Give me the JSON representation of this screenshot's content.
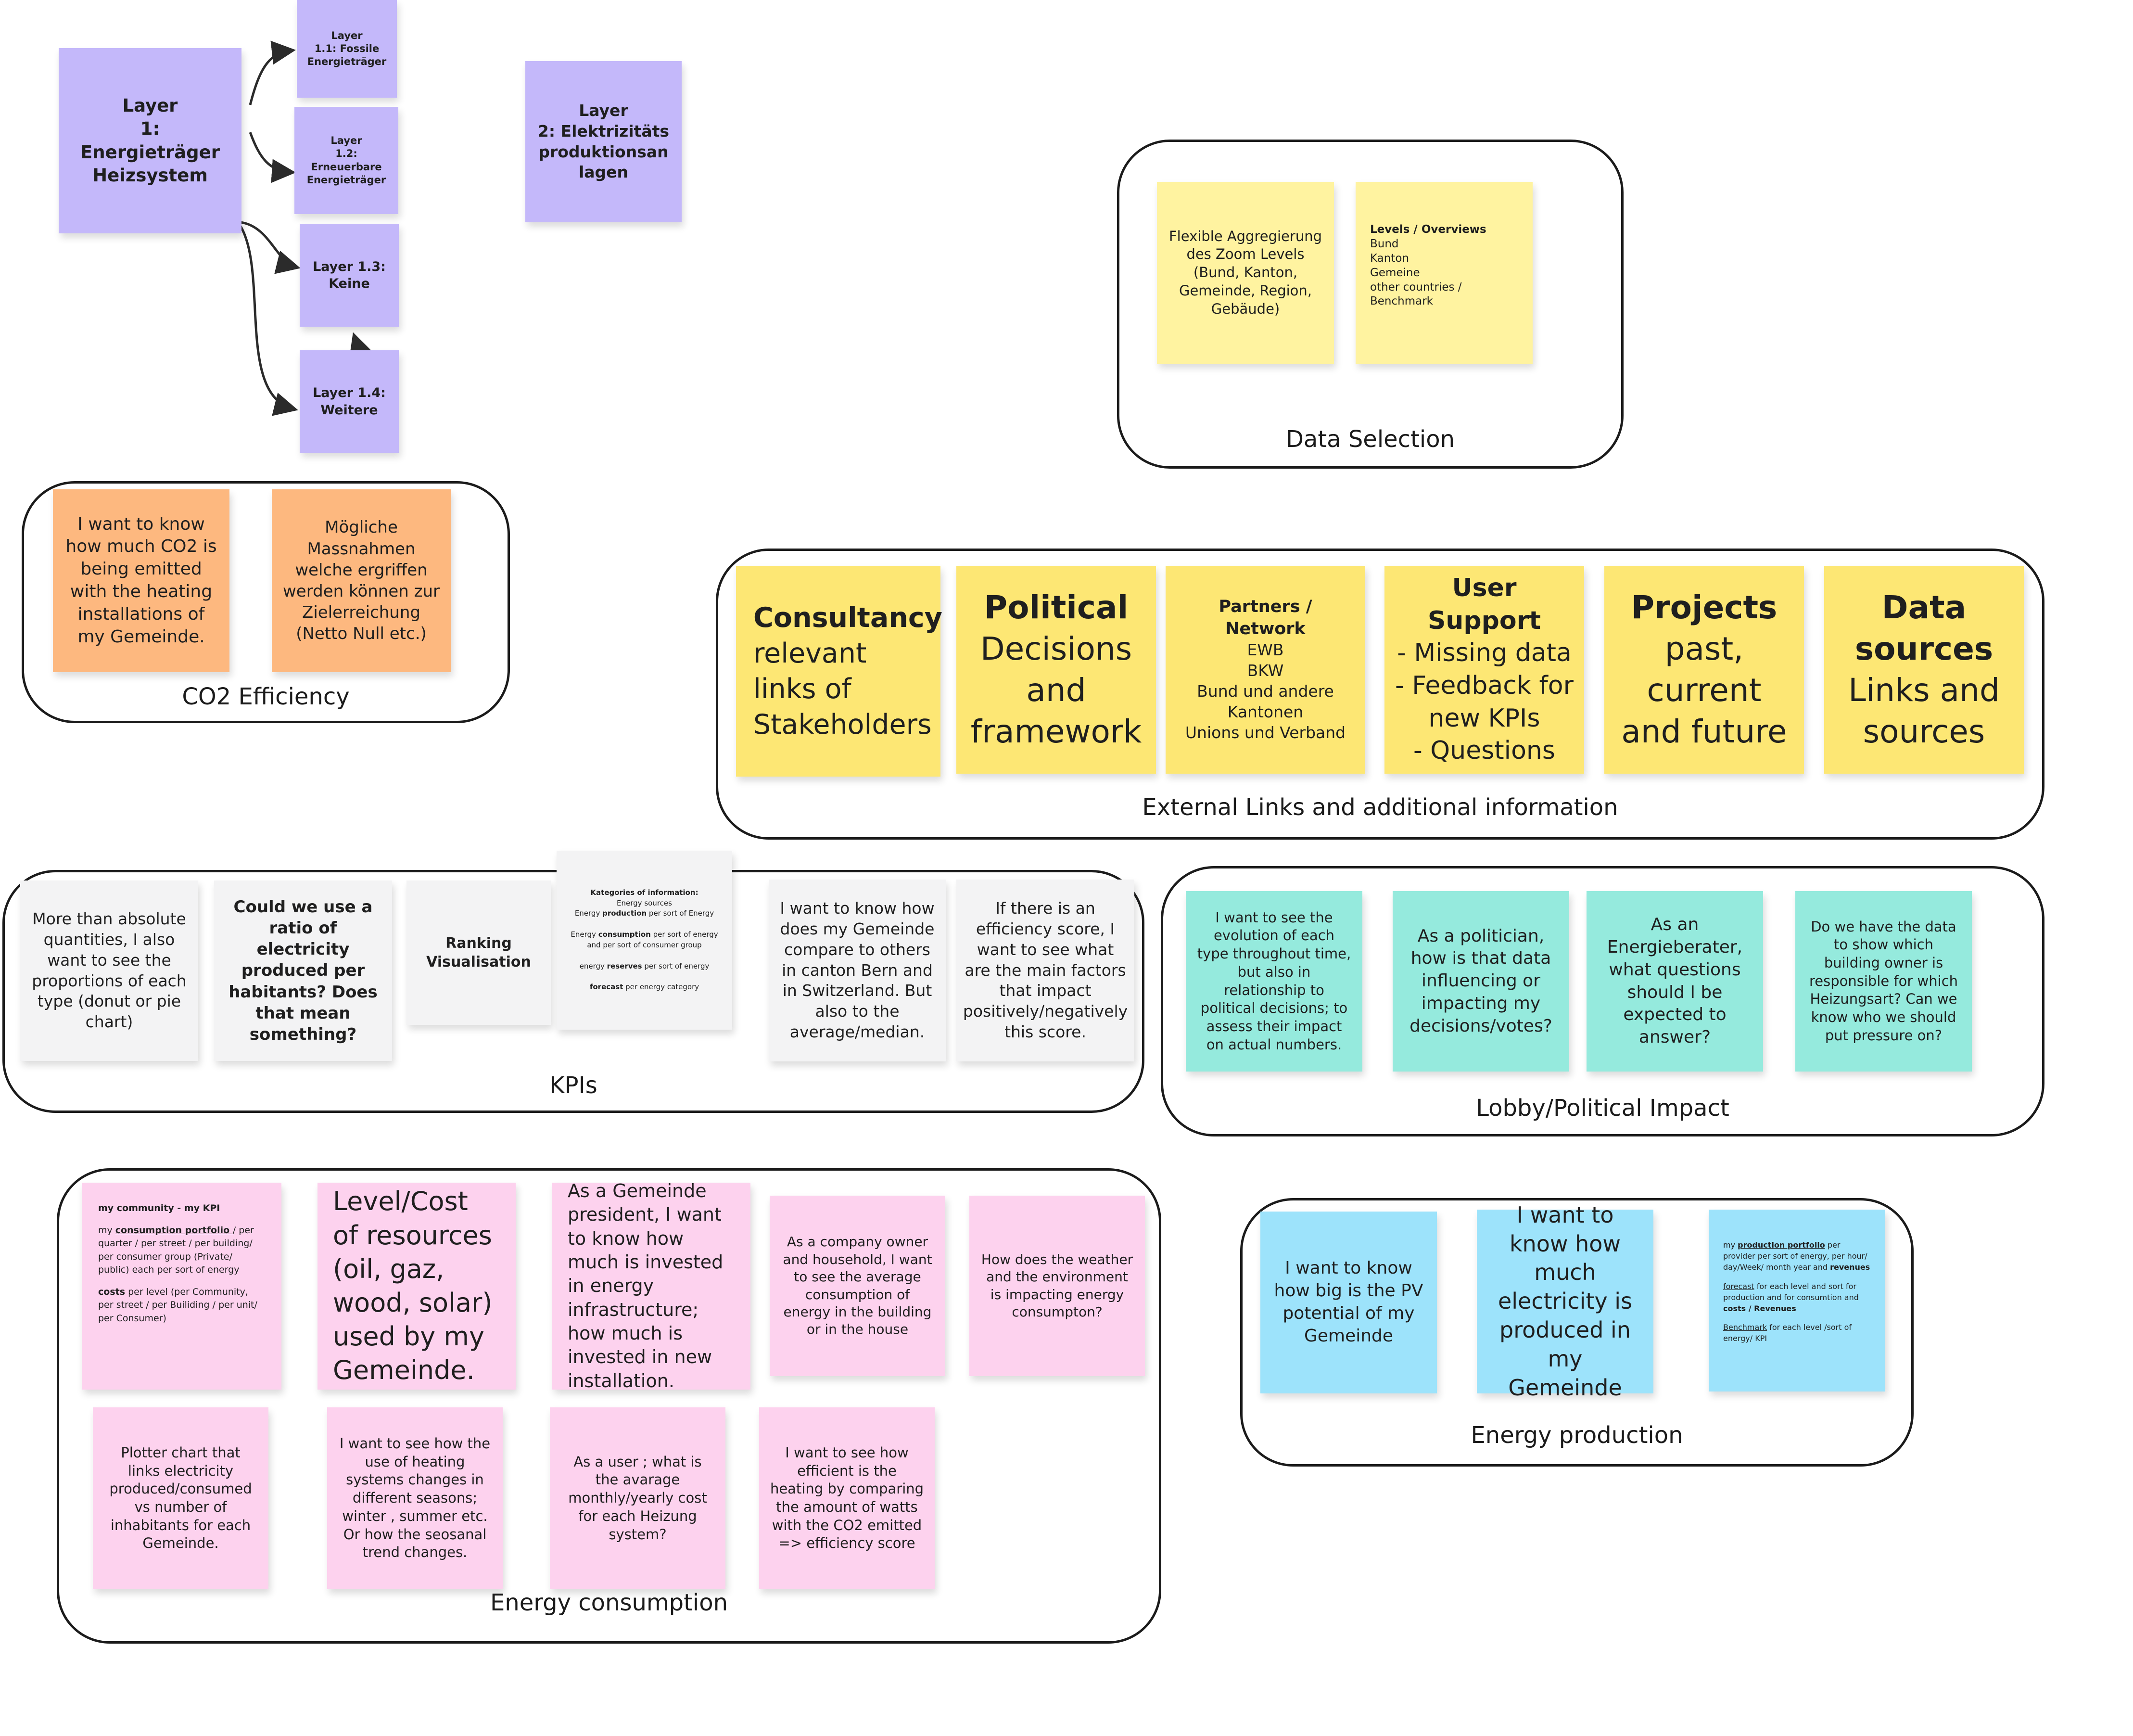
{
  "layers": {
    "l1": "Layer\n1: Energieträger Heizsystem",
    "l11": "Layer\n1.1: Fossile Energieträger",
    "l12": "Layer\n1.2: Erneuerbare Energieträger",
    "l13": "Layer 1.3:\nKeine",
    "l14": "Layer 1.4:\nWeitere",
    "l2": "Layer\n2: Elektrizitätsproduktionsanlagen"
  },
  "data_selection": {
    "title": "Data Selection",
    "note1": "Flexible Aggregierung des Zoom Levels (Bund, Kanton, Gemeinde, Region, Gebäude)",
    "note2_heading": "Levels / Overviews",
    "note2_items": "Bund\nKanton\nGemeine\nother countries /\nBenchmark"
  },
  "co2": {
    "title": "CO2 Efficiency",
    "note1": "I want to know how much CO2 is being emitted with the heating installations of my Gemeinde.",
    "note2": "Mögliche Massnahmen welche ergriffen werden können zur Zielerreichung (Netto Null etc.)"
  },
  "external": {
    "title": "External Links and additional information",
    "consultancy_heading": "Consultancy",
    "consultancy_body": "relevant links of Stakeholders",
    "political_heading": "Political",
    "political_body": "Decisions and framework",
    "partners_heading": "Partners / Network",
    "partners_body": "EWB\nBKW\nBund und andere Kantonen\nUnions und Verband",
    "support_heading": "User Support",
    "support_body": "- Missing data\n- Feedback for new KPIs\n- Questions",
    "projects_heading": "Projects",
    "projects_body": "past, current and future",
    "datasources_heading": "Data sources",
    "datasources_body": "Links and sources"
  },
  "kpis": {
    "title": "KPIs",
    "note1": "More than absolute quantities, I also want to see the proportions of each type (donut or pie chart)",
    "note2": "Could we use a ratio of electricity produced per habitants? Does that mean something?",
    "note3": "Ranking Visualisation",
    "note4_heading": "Kategories of information",
    "note4_l1": "Energy sources",
    "note4_l2a": "Energy ",
    "note4_l2b": "production",
    "note4_l2c": " per sort of Energy",
    "note4_l3a": "Energy ",
    "note4_l3b": "consumption",
    "note4_l3c": " per sort of energy and per sort of consumer group",
    "note4_l4a": "energy ",
    "note4_l4b": "reserves",
    "note4_l4c": " per sort of energy",
    "note4_l5a": "forecast",
    "note4_l5b": "  per energy category",
    "note5": "I want to know how does my Gemeinde compare to others in canton Bern and in Switzerland. But also to the average/median.",
    "note6": "If there is an efficiency score, I want to see what are the main factors that impact positively/negatively this score."
  },
  "lobby": {
    "title": "Lobby/Political Impact",
    "note1": "I want to see the evolution of each type throughout time, but also in relationship to political decisions; to assess their impact on actual numbers.",
    "note2": "As a politician, how is that data influencing or impacting my decisions/votes?",
    "note3": "As an Energieberater, what questions should I be expected to answer?",
    "note4": "Do we have the data to show which building owner is responsible for which Heizungsart? Can we know who we should put pressure on?"
  },
  "consumption": {
    "title": "Energy consumption",
    "note1_heading": "my community - my KPI",
    "note1_a": "my ",
    "note1_b": "consumption portfolio ",
    "note1_c": " / per quarter / per street / per building/ per consumer group (Private/ public)  each per sort of energy",
    "note1_d": "costs",
    "note1_e": " per level (per Community, per street / per Builiding / per unit/ per Consumer)",
    "note2": "Level/Cost of resources (oil, gaz, wood, solar) used by my Gemeinde.",
    "note3": "As a Gemeinde president, I want to know how much is invested in energy infrastructure; how much is invested in new installation.",
    "note4": "As a company owner and household, I  want to see the average consumption of energy in the building or in the house",
    "note5": "How does the weather and the environment is impacting energy consumpton?",
    "note6": "Plotter chart that links electricity produced/consumed vs number of inhabitants for each Gemeinde.",
    "note7": "I want to see how the use of heating systems changes in different seasons; winter , summer etc. Or how the seosanal trend changes.",
    "note8": "As a user ; what is the avarage monthly/yearly cost for each Heizung system?",
    "note9": "I want to see how efficient is the heating by comparing the amount of watts with the CO2 emitted => efficiency score"
  },
  "production": {
    "title": "Energy production",
    "note1": "I want to know how big is the PV potential of my Gemeinde",
    "note2": "I want to know how much electricity is produced in my Gemeinde",
    "note3_a": "my ",
    "note3_b": "production  portfolio",
    "note3_c": " per provider per sort of energy, per hour/ day/Week/ month year  and ",
    "note3_d": "revenues",
    "note3_e": "forecast",
    "note3_f": " for each level and sort for production and for consumtion  and ",
    "note3_g": "costs / Revenues",
    "note3_h": "Benchmark",
    "note3_i": " for each level /sort of energy/ KPI"
  }
}
